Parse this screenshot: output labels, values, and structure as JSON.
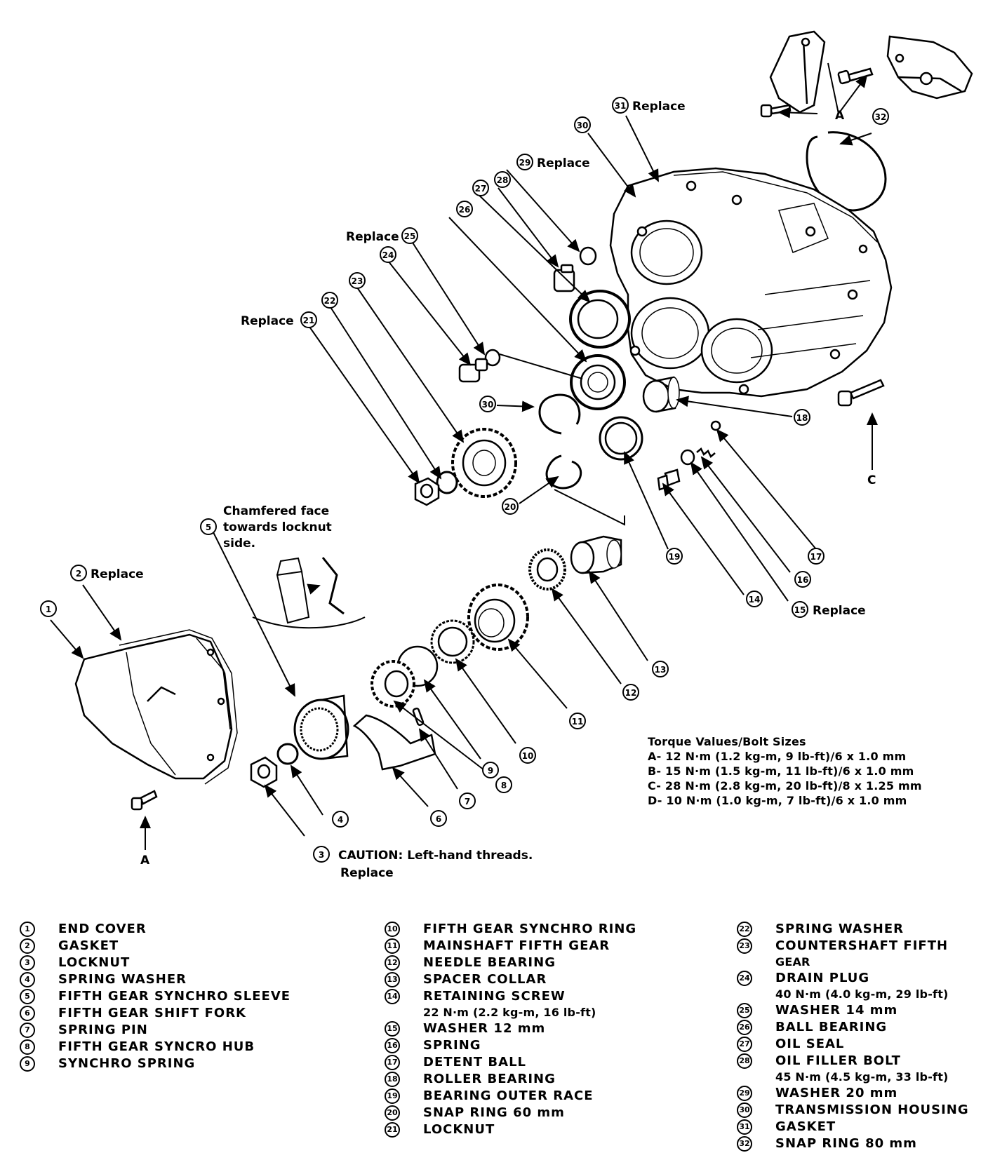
{
  "callouts": {
    "c31": "Replace",
    "c29": "Replace",
    "c25": "Replace",
    "c21": "Replace",
    "c2": "Replace",
    "c15": "Replace",
    "c5_line1": "Chamfered face",
    "c5_line2": "towards locknut",
    "c5_line3": "side.",
    "c3_line1": "CAUTION: Left-hand threads.",
    "c3_line2": "Replace",
    "bolt_a_top": "A",
    "bolt_a_bottom": "A",
    "bolt_c": "C"
  },
  "torque": {
    "title": "Torque Values/Bolt Sizes",
    "a": "A- 12 N·m (1.2 kg-m, 9 lb-ft)/6 x 1.0 mm",
    "b": "B- 15 N·m (1.5 kg-m, 11 lb-ft)/6 x 1.0 mm",
    "c": "C- 28 N·m (2.8 kg-m, 20 lb-ft)/8 x 1.25 mm",
    "d": "D- 10 N·m (1.0 kg-m, 7 lb-ft)/6 x 1.0 mm"
  },
  "legend": {
    "col1": [
      {
        "num": "1",
        "text": "END COVER"
      },
      {
        "num": "2",
        "text": "GASKET"
      },
      {
        "num": "3",
        "text": "LOCKNUT"
      },
      {
        "num": "4",
        "text": "SPRING WASHER"
      },
      {
        "num": "5",
        "text": "FIFTH GEAR SYNCHRO SLEEVE"
      },
      {
        "num": "6",
        "text": "FIFTH GEAR SHIFT FORK"
      },
      {
        "num": "7",
        "text": "SPRING PIN"
      },
      {
        "num": "8",
        "text": "FIFTH GEAR SYNCRO HUB"
      },
      {
        "num": "9",
        "text": "SYNCHRO SPRING"
      }
    ],
    "col2": [
      {
        "num": "10",
        "text": "FIFTH GEAR SYNCHRO RING"
      },
      {
        "num": "11",
        "text": "MAINSHAFT FIFTH GEAR"
      },
      {
        "num": "12",
        "text": "NEEDLE BEARING"
      },
      {
        "num": "13",
        "text": "SPACER COLLAR"
      },
      {
        "num": "14",
        "text": "RETAINING SCREW",
        "sub": "22 N·m (2.2 kg-m, 16 lb-ft)"
      },
      {
        "num": "15",
        "text": "WASHER 12 mm"
      },
      {
        "num": "16",
        "text": "SPRING"
      },
      {
        "num": "17",
        "text": "DETENT BALL"
      },
      {
        "num": "18",
        "text": "ROLLER BEARING"
      },
      {
        "num": "19",
        "text": "BEARING OUTER RACE"
      },
      {
        "num": "20",
        "text": "SNAP RING 60 mm"
      },
      {
        "num": "21",
        "text": "LOCKNUT"
      }
    ],
    "col3": [
      {
        "num": "22",
        "text": "SPRING WASHER"
      },
      {
        "num": "23",
        "text": "COUNTERSHAFT FIFTH",
        "text2": "GEAR"
      },
      {
        "num": "24",
        "text": "DRAIN PLUG",
        "sub": "40 N·m (4.0 kg-m, 29 lb-ft)"
      },
      {
        "num": "25",
        "text": "WASHER 14 mm"
      },
      {
        "num": "26",
        "text": "BALL BEARING"
      },
      {
        "num": "27",
        "text": "OIL SEAL"
      },
      {
        "num": "28",
        "text": "OIL FILLER BOLT",
        "sub": "45 N·m (4.5 kg-m, 33 lb-ft)"
      },
      {
        "num": "29",
        "text": "WASHER 20 mm"
      },
      {
        "num": "30",
        "text": "TRANSMISSION HOUSING"
      },
      {
        "num": "31",
        "text": "GASKET"
      },
      {
        "num": "32",
        "text": "SNAP RING 80 mm"
      }
    ]
  }
}
